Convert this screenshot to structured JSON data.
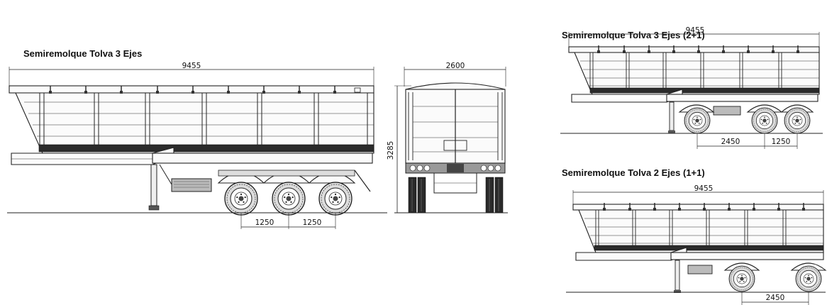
{
  "views": {
    "side_3axle": {
      "title": "Semiremolque Tolva 3 Ejes",
      "length": "9455",
      "axle_spacing_1": "1250",
      "axle_spacing_2": "1250"
    },
    "rear": {
      "width": "2600",
      "height": "3285"
    },
    "side_2plus1": {
      "title": "Semiremolque Tolva 3 Ejes  (2+1)",
      "length": "9455",
      "spacing_a": "2450",
      "spacing_b": "1250"
    },
    "side_1plus1": {
      "title": "Semiremolque Tolva 2 Ejes (1+1)",
      "length": "9455",
      "spacing_a": "2450"
    }
  }
}
